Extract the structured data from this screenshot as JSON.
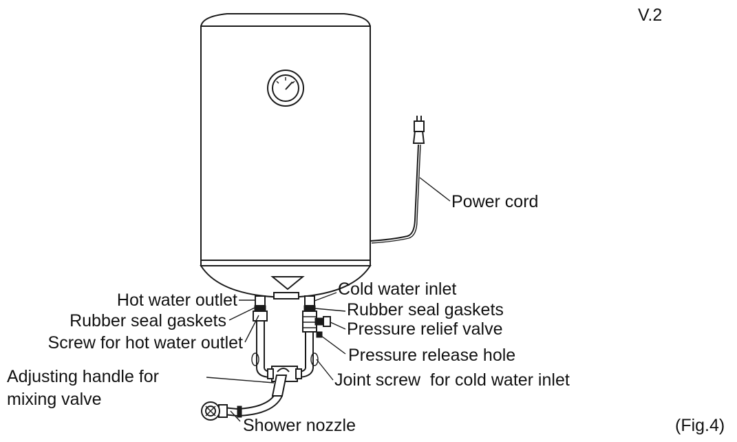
{
  "version_label": "V.2",
  "figure_label": "(Fig.4)",
  "labels": {
    "power_cord": "Power cord",
    "hot_water_outlet": "Hot water outlet",
    "rubber_seal_gaskets_left": "Rubber seal gaskets",
    "screw_hot_water_outlet": "Screw for hot water outlet",
    "adjusting_handle_line1": "Adjusting handle for",
    "adjusting_handle_line2": "mixing valve",
    "shower_nozzle": "Shower nozzle",
    "cold_water_inlet": "Cold water inlet",
    "rubber_seal_gaskets_right": "Rubber seal gaskets",
    "pressure_relief_valve": "Pressure relief valve",
    "pressure_release_hole": "Pressure release hole",
    "joint_screw_cold_inlet": "Joint screw  for cold water inlet"
  }
}
